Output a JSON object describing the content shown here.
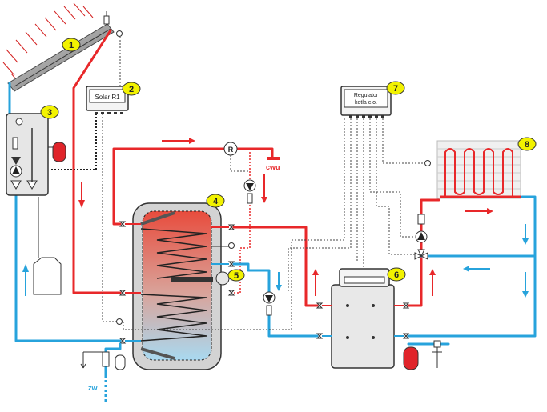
{
  "labels": {
    "solar_controller": "Solar R1",
    "boiler_controller_line1": "Regulator",
    "boiler_controller_line2": "kotła c.o.",
    "cwu": "cwu",
    "zw": "zw",
    "r_symbol": "R"
  },
  "badges": [
    "1",
    "2",
    "3",
    "4",
    "5",
    "6",
    "7",
    "8"
  ],
  "colors": {
    "hot_pipe": "#e8282a",
    "cold_pipe": "#27a3dc",
    "badge_fill": "#f2f200",
    "tank_hot": "#e84c3d",
    "tank_cold": "#a9d9f0"
  }
}
